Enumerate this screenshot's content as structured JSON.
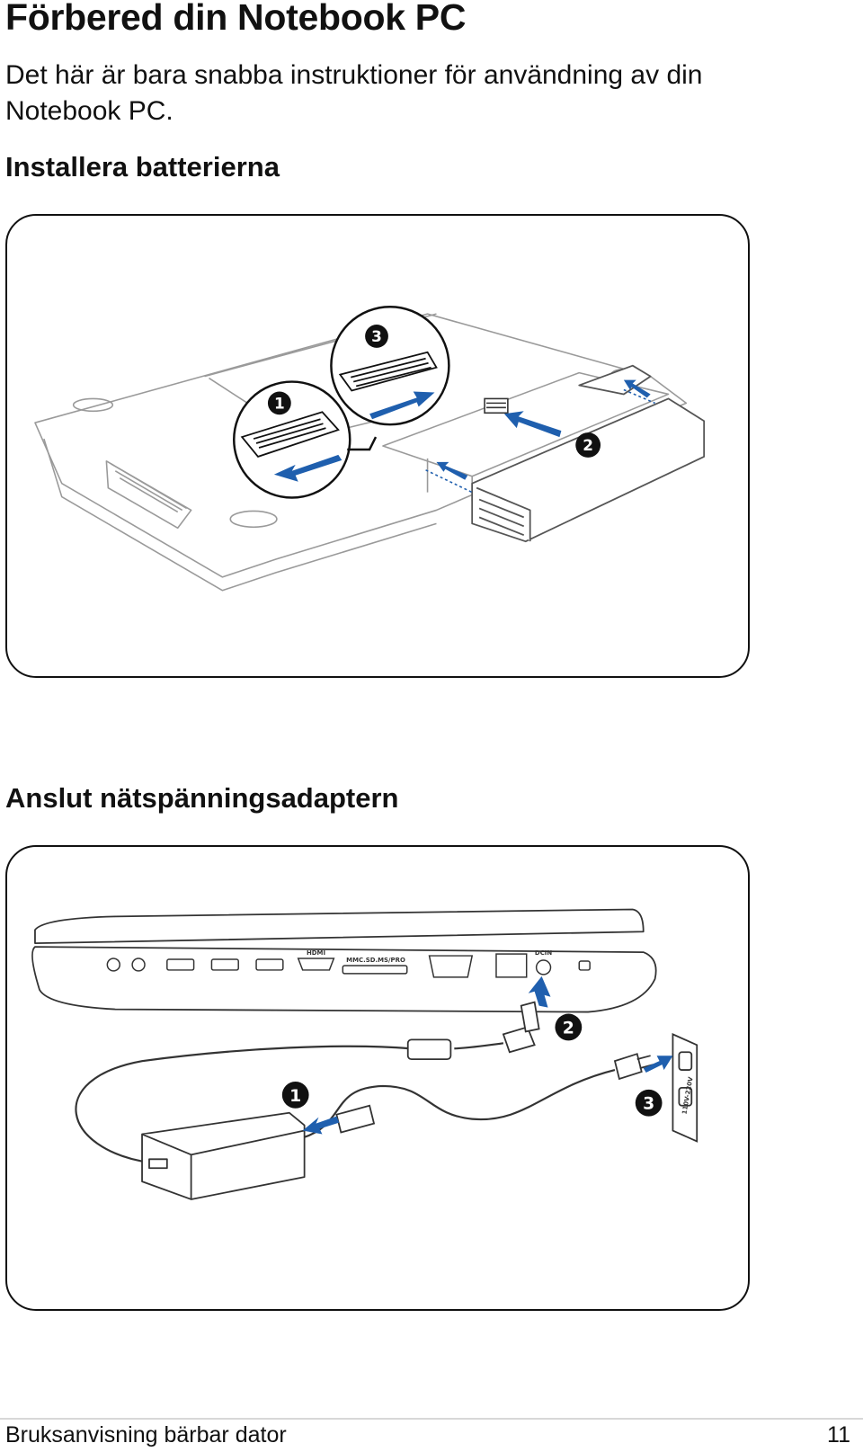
{
  "page": {
    "title": "Förbered din Notebook PC",
    "intro": "Det här är bara snabba instruktioner för användning av din Notebook PC."
  },
  "section_battery": {
    "heading": "Installera batterierna",
    "steps": [
      "1",
      "2",
      "3"
    ]
  },
  "section_adapter": {
    "heading": "Anslut nätspänningsadaptern",
    "steps": [
      "1",
      "2",
      "3"
    ],
    "port_labels": {
      "hdmi": "HDMI",
      "card_reader": "MMC.SD.MS/PRO",
      "dc_in": "DCIN"
    },
    "outlet_voltage": "110V-220V"
  },
  "footer": {
    "manual_title": "Bruksanvisning bärbar dator",
    "page_number": "11"
  },
  "colors": {
    "arrow_blue": "#1f5fae",
    "line_gray": "#9a9a9a",
    "text": "#111111"
  }
}
